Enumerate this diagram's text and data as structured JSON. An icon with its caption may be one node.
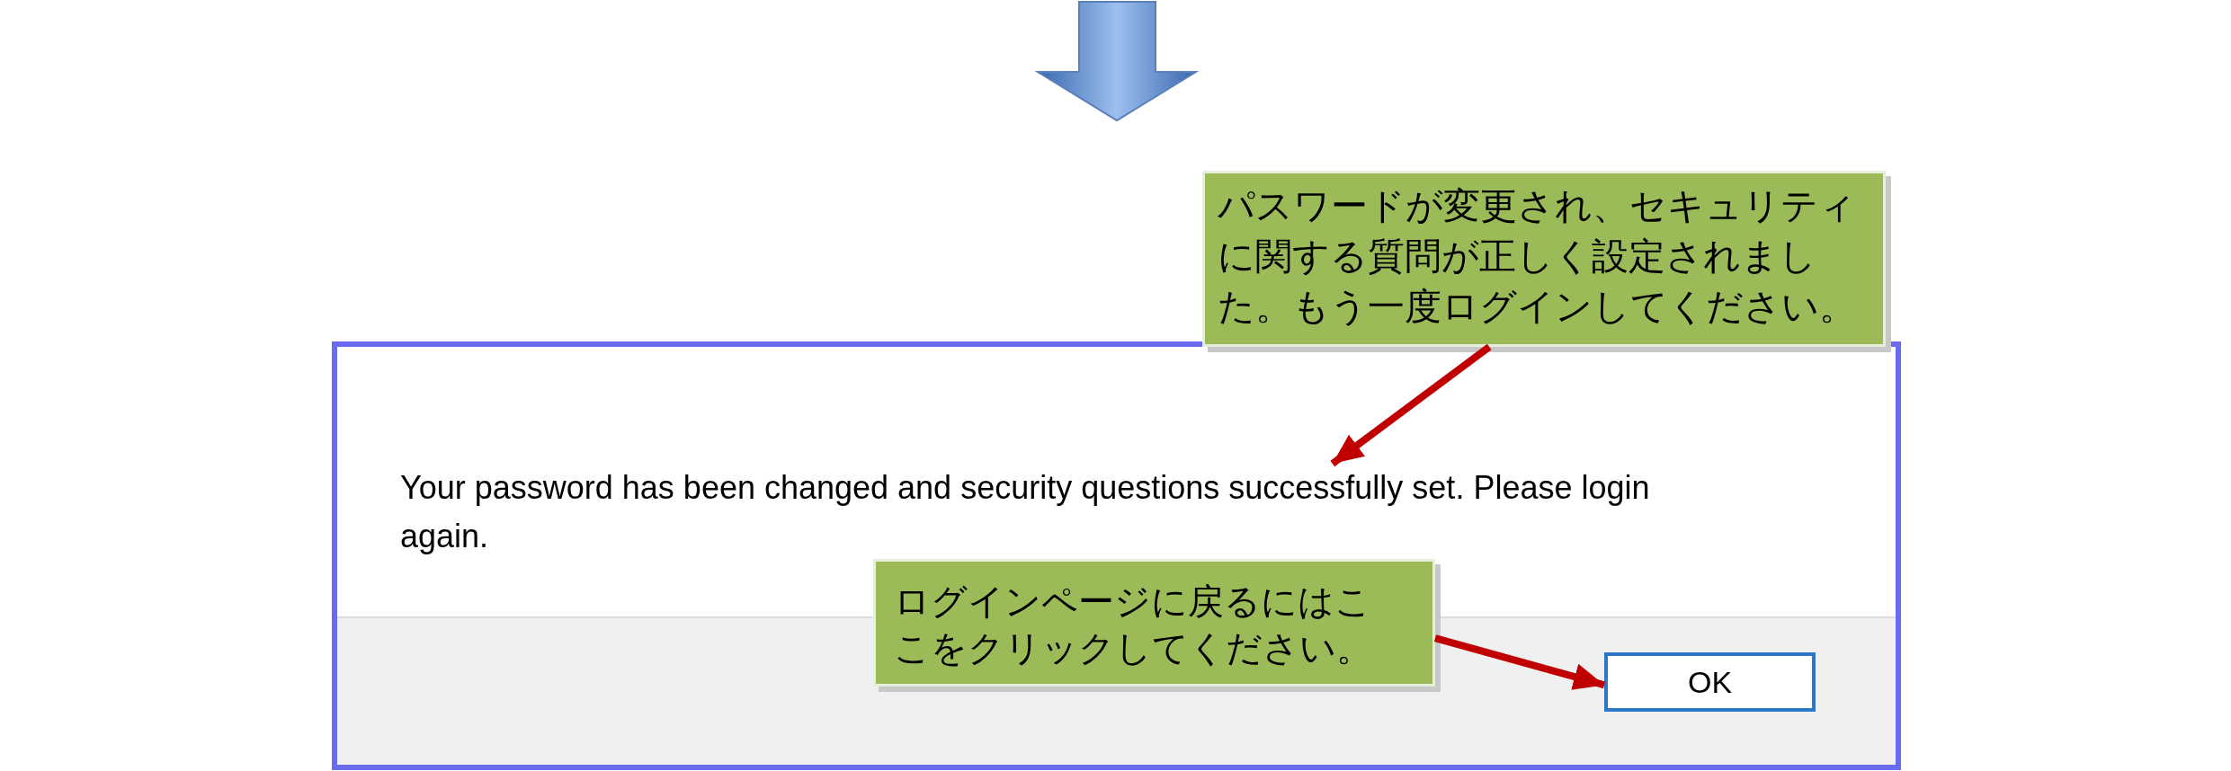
{
  "diagram": {
    "nodes": [
      {
        "text": [
          "パスワードが変更され、セキュリティに関する質問が正しく設定されました。もう一度ログインしてください。"
        ]
      },
      {
        "text": [],
        "shape": "box"
      },
      {
        "text": [
          "Your password has been changed and security questions successfully set. Please login again."
        ],
        "in": 1
      },
      {
        "text": [
          "ログインページに戻るにはここをクリックしてください。"
        ],
        "in": 1
      },
      {
        "text": [
          "OK"
        ],
        "in": 1
      }
    ],
    "edges": [
      {
        "from": 0,
        "to": 2,
        "arrow": "to",
        "color": "#c00000"
      },
      {
        "from": 3,
        "to": 4,
        "arrow": "to",
        "color": "#c00000"
      }
    ]
  }
}
